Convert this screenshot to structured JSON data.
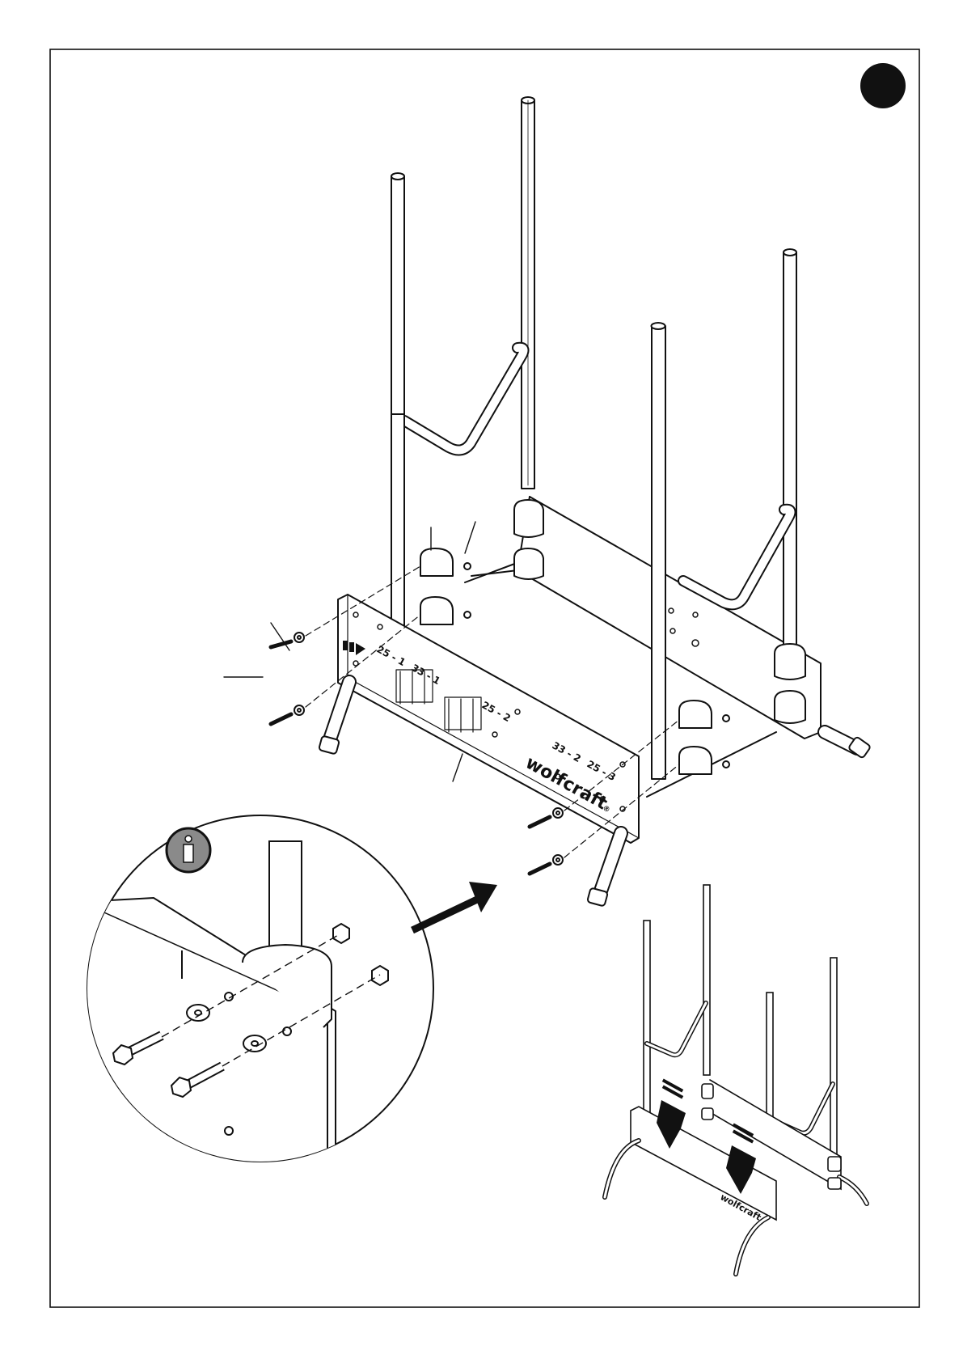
{
  "brand": "wolfcraft",
  "brand_mark": "®",
  "rail_markings": [
    "25 - 1",
    "33 - 1",
    "25 - 2",
    "33 - 2",
    "25 - 3"
  ],
  "colors": {
    "ink": "#111111",
    "paper": "#ffffff",
    "info_badge": "#8a8a8a"
  },
  "icons": [
    "step-number-dot",
    "info-icon",
    "direction-arrow",
    "detail-arrow",
    "press-down-arrow"
  ],
  "inset_brand": "wolfcraft"
}
